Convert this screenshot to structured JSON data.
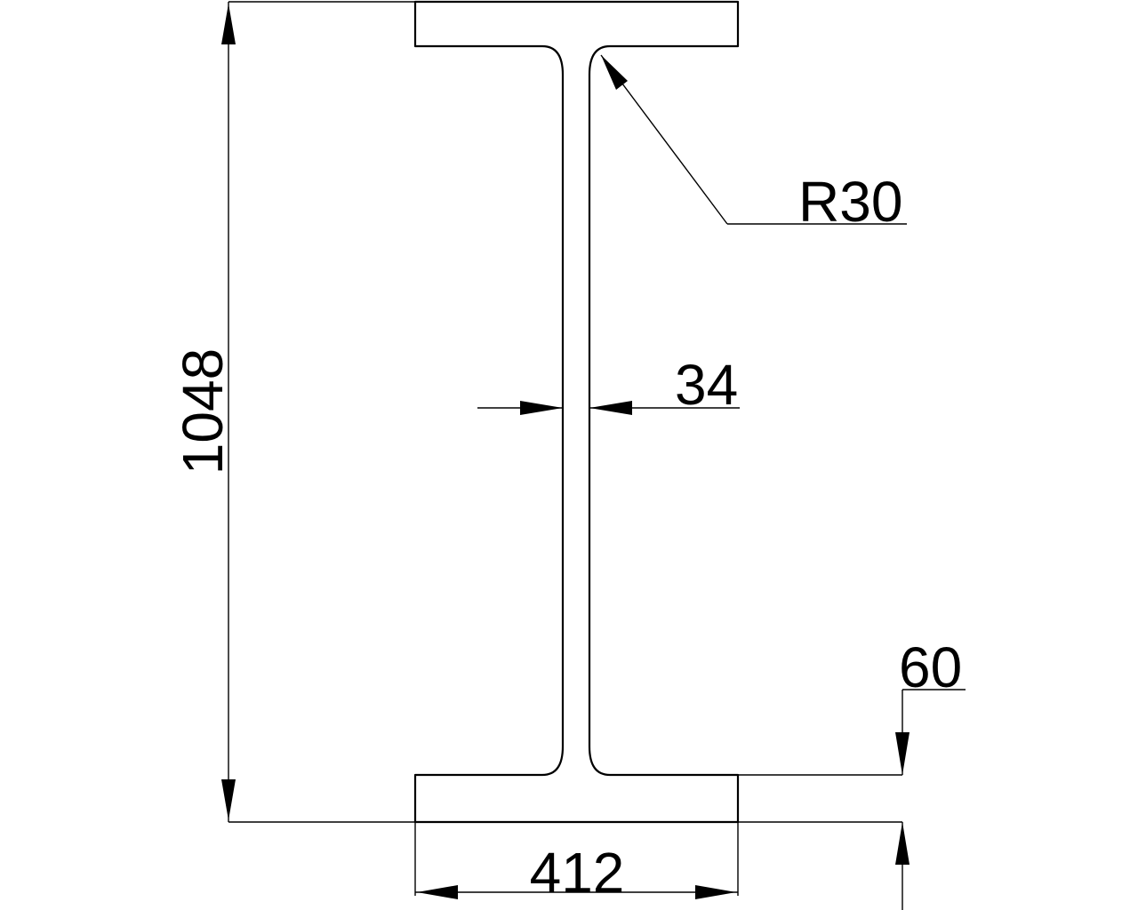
{
  "drawing": {
    "dimensions": {
      "height": "1048",
      "width": "412",
      "web_thickness": "34",
      "flange_thickness": "60",
      "fillet_radius": "R30"
    },
    "colors": {
      "line": "#000000",
      "background": "#ffffff"
    }
  }
}
